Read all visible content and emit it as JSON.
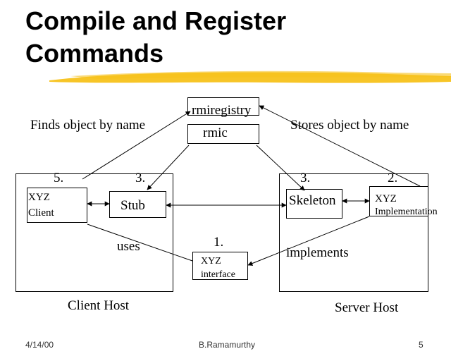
{
  "title": {
    "line1": "Compile and Register",
    "line2": "Commands"
  },
  "accent_color": "#f7c21b",
  "labels": {
    "finds": "Finds object by name",
    "stores": "Stores object by name",
    "rmiregistry": "rmiregistry",
    "rmic": "rmic",
    "num_client_5": "5.",
    "num_stub_3": "3.",
    "num_skeleton_3": "3.",
    "num_impl_2": "2.",
    "num_interface_1": "1.",
    "client_line1": "XYZ",
    "client_line2": "Client",
    "stub": "Stub",
    "skeleton": "Skeleton",
    "impl_line1": "XYZ",
    "impl_line2": "Implementation",
    "interface_line1": "XYZ",
    "interface_line2": "interface",
    "uses": "uses",
    "implements": "implements",
    "client_host": "Client Host",
    "server_host": "Server Host"
  },
  "footer": {
    "date": "4/14/00",
    "author": "B.Ramamurthy",
    "page": "5"
  }
}
